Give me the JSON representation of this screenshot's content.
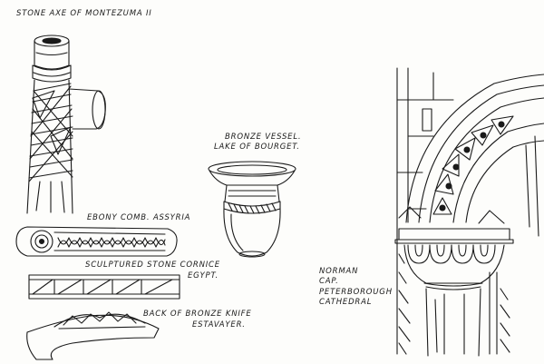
{
  "labels": {
    "stone_axe": "Stone Axe of Montezuma II",
    "bronze_vessel_line1": "Bronze Vessel.",
    "bronze_vessel_line2": "Lake of Bourget.",
    "ebony_comb": "Ebony Comb. Assyria",
    "cornice_line1": "Sculptured Stone Cornice",
    "cornice_line2": "Egypt.",
    "knife_line1": "Back of Bronze Knife",
    "knife_line2": "Estavayer.",
    "norman_line1": "Norman",
    "norman_line2": "Cap.",
    "norman_line3": "Peterborough",
    "norman_line4": "Cathedral"
  },
  "colors": {
    "ink": "#1a1a1a",
    "paper": "#fdfdfb"
  }
}
